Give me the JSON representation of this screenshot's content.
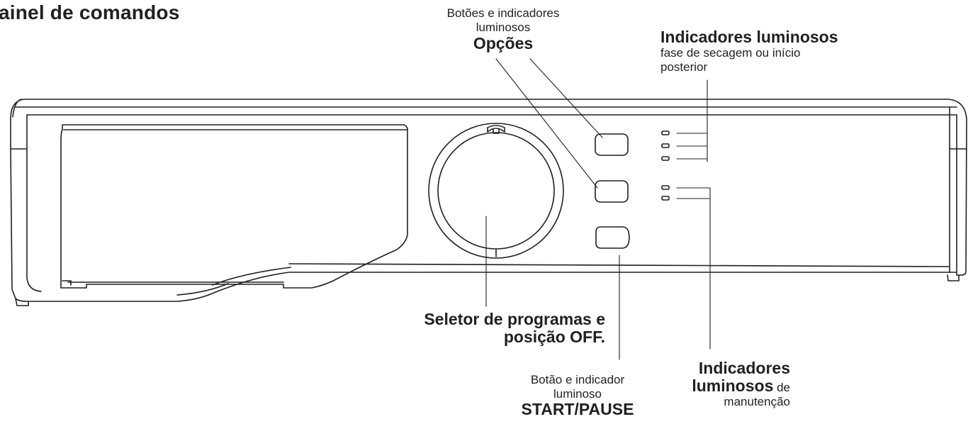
{
  "title": "ainel de comandos",
  "labels": {
    "options": {
      "line1": "Botões e indicadores",
      "line2": "luminosos",
      "bold": "Opções"
    },
    "drying": {
      "bold": "Indicadores luminosos",
      "line1": "fase de secagem ou início",
      "line2": "posterior"
    },
    "selector": {
      "line1": "Seletor de programas e",
      "line2": "posição OFF."
    },
    "start": {
      "line1": "Botão e indicador",
      "line2": "luminoso",
      "bold": "START/PAUSE"
    },
    "maintenance": {
      "bold1": "Indicadores",
      "bold2": "luminosos",
      "suffix": " de",
      "line3": "manutenção"
    }
  },
  "colors": {
    "stroke": "#231f20",
    "text": "#231f20",
    "background": "#ffffff"
  }
}
